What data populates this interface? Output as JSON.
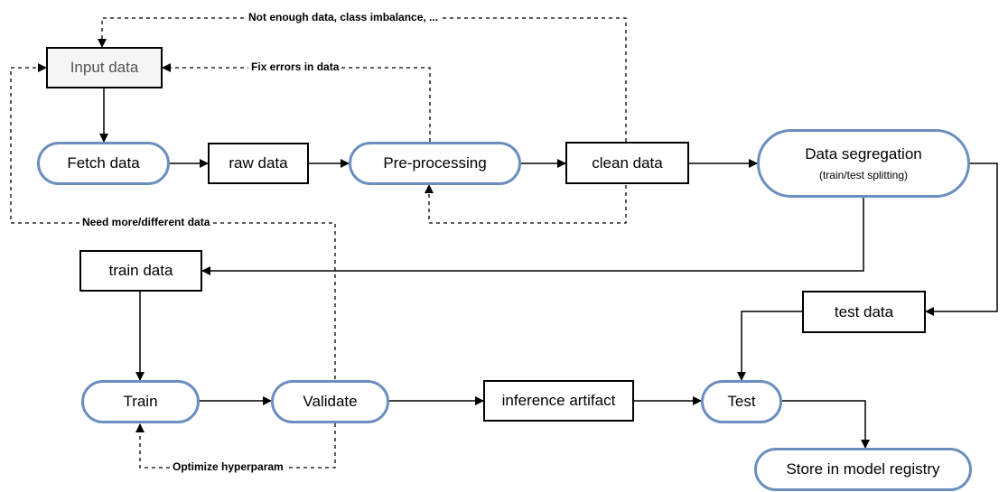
{
  "nodes": {
    "input_data": "Input data",
    "fetch_data": "Fetch data",
    "raw_data": "raw data",
    "pre_processing": "Pre-processing",
    "clean_data": "clean data",
    "data_segregation": "Data segregation",
    "data_segregation_sub": "(train/test splitting)",
    "train_data": "train data",
    "test_data": "test data",
    "train": "Train",
    "validate": "Validate",
    "inference_artifact": "inference artifact",
    "test": "Test",
    "store_registry": "Store in model registry"
  },
  "edge_labels": {
    "not_enough": "Not enough data, class imbalance, ...",
    "fix_errors": "Fix errors in data",
    "need_more": "Need more/different data",
    "optimize": "Optimize hyperparam"
  },
  "colors": {
    "pill_border": "#6c8ebf",
    "rect_border": "#000000",
    "input_fill": "#f5f5f5"
  }
}
